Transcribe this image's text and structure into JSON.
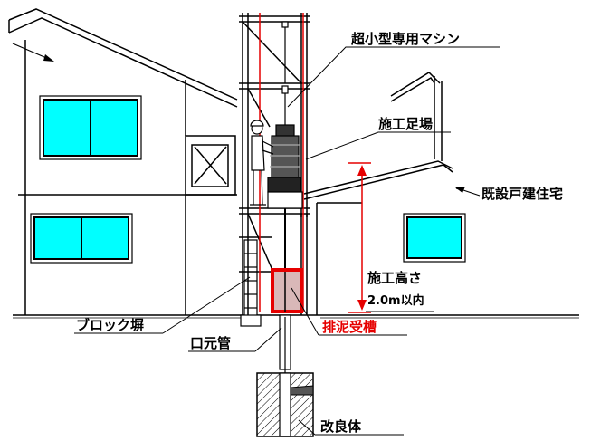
{
  "labels": {
    "machine": "超小型専用マシン",
    "scaffold": "施工足場",
    "existing_house": "既設戸建住宅",
    "height_title": "施工高さ",
    "height_value": "2.0m以内",
    "block_wall": "ブロック塀",
    "mud_tank": "排泥受槽",
    "casing": "口元管",
    "improved_body": "改良体"
  },
  "colors": {
    "window": "#00ffff",
    "red": "#e60000",
    "tank_fill": "#d9b8b8",
    "line": "#000000"
  }
}
